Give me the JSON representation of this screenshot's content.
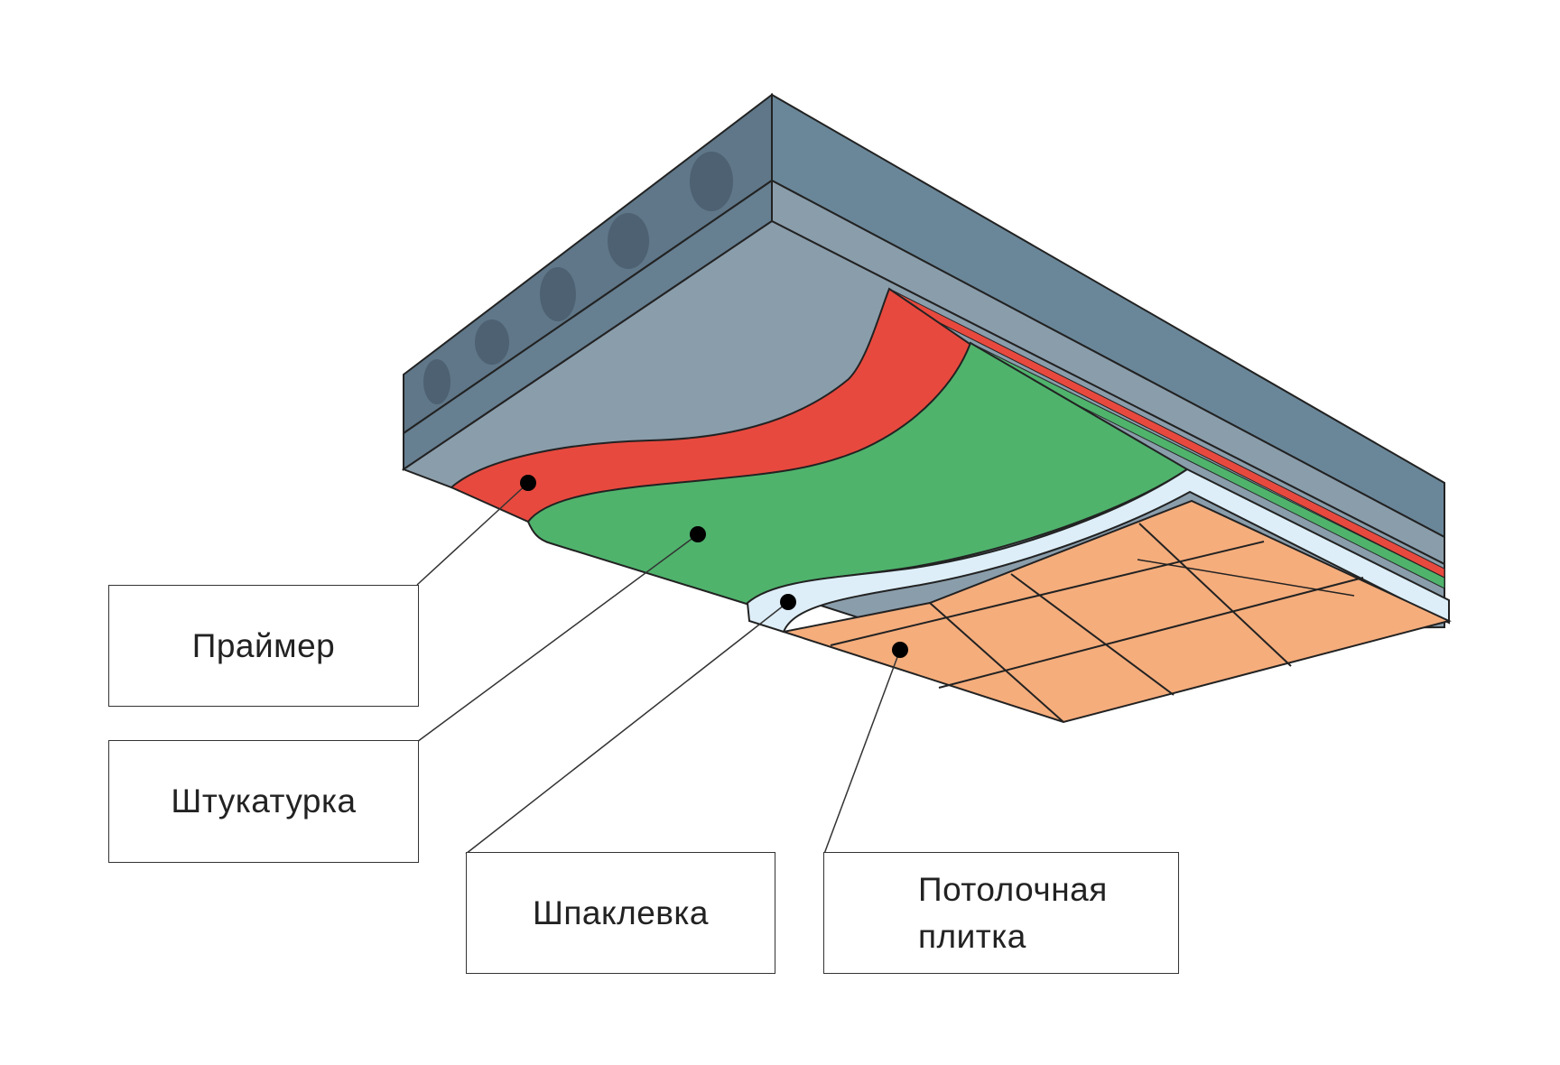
{
  "labels": {
    "primer": "Праймер",
    "plaster": "Штукатурка",
    "putty": "Шпаклевка",
    "tile": "Потолочная\nплитка"
  },
  "colors": {
    "slab_side": "#5f7788",
    "slab_top": "#6a8799",
    "slab_under": "#8a9dab",
    "slab_edge_dark": "#536878",
    "hole": "#4d6172",
    "primer": "#e8493e",
    "plaster": "#4fb36c",
    "putty": "#ddeef8",
    "tile": "#f5ad7c",
    "tile_edge": "#e99b66",
    "line": "#222222"
  }
}
